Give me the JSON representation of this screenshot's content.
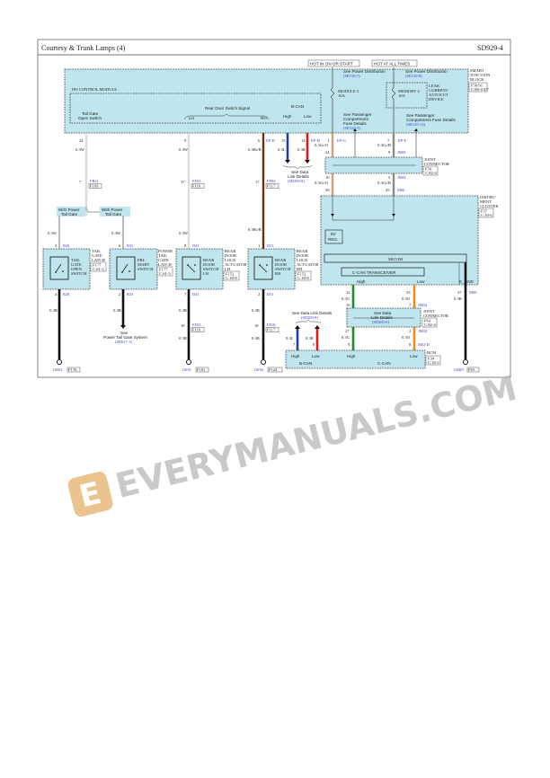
{
  "header": {
    "title": "Courtesy & Trunk Lamps (4)",
    "code": "SD929-4"
  },
  "power": {
    "hot_run": "HOT IN ON OR START",
    "hot_always": "HOT AT ALL TIMES"
  },
  "sjb": {
    "name": [
      "SMART",
      "JUNCTION",
      "BLOCK"
    ],
    "ref1": "F56/91",
    "ref2": "C.88-4/4/7",
    "fuse1_name": "MODULE 3",
    "fuse1_rating": "10A",
    "fuse2_name": "MEMORY 2",
    "fuse2_rating": "10A",
    "leak": [
      "LEAK",
      "CURRENT",
      "AUTOCUT",
      "DEVICE"
    ],
    "see1": "See Power Distribution",
    "see1_ref": "(SD110-7)",
    "see2": "See Power Distribution",
    "see2_ref": "(SD110-8)",
    "see3": [
      "See Passenger",
      "Compartment",
      "Fuse Details"
    ],
    "see3_ref": "(SD120-5)",
    "see4": [
      "See Passenger",
      "Compartment Fuse Details"
    ],
    "see4_ref": "(SD120-14)"
  },
  "ips": {
    "name": "IPS CONTROL MODULE",
    "tailgate": [
      "Tail Gate",
      "Open Switch"
    ],
    "rear_signal": "Rear Door Switch Signal",
    "lh": "LH",
    "rh": "RH",
    "bcan": "B-CAN",
    "high": "High",
    "low": "Low"
  },
  "wires": {
    "tg": {
      "pin": "24",
      "size": "0.3W",
      "conn_pin": "7",
      "conn": "FR21",
      "ref": "F169"
    },
    "lh": {
      "pin": "9",
      "size": "0.3W",
      "conn_pin": "17",
      "conn": "FD11",
      "ref": "F116"
    },
    "rh": {
      "pin": "6",
      "pin_conn": "EP-D",
      "size": "0.3Br/B",
      "conn_pin": "17",
      "conn": "FD61",
      "ref": "F117"
    },
    "bcan_h": {
      "pin": "15",
      "size": "0.3L"
    },
    "bcan_l": {
      "pin": "14",
      "pin_conn": "EP-H",
      "size": "0.3R"
    },
    "bcan_see": [
      "See Data",
      "Link Details"
    ],
    "bcan_see_ref": "(SD200-8)",
    "m3": {
      "pin": "1",
      "pin_conn": "EP-G",
      "size": "0.3Gr/O",
      "jpin1": "24",
      "jpin2": "10",
      "size2": "0.3Gr/O",
      "cpin": "39"
    },
    "m2": {
      "pin": "7",
      "pin_conn": "EP-F",
      "size": "0.3Gr/B",
      "jpin1": "9",
      "jconn1": "JM01",
      "jpin2": "5",
      "jconn2": "JM01",
      "size2": "0.3Gr/B",
      "cpin": "45",
      "cconn": "M06"
    }
  },
  "joint1": {
    "name": [
      "JOINT",
      "CONNECTOR"
    ],
    "ref1": "F56",
    "ref2": "C.82-4"
  },
  "options": {
    "wo": [
      "W/O Power",
      "Tail Gate"
    ],
    "with": [
      "With Power",
      "Tail Gate"
    ]
  },
  "switches": [
    {
      "name": [
        "TAIL",
        "GATE",
        "OPEN",
        "SWITCH"
      ],
      "comp": [
        "TAIL",
        "GATE",
        "LATCH"
      ],
      "ref1": "F177",
      "ref2": "C.61-2",
      "top_pin": "3",
      "top_conn": "R28",
      "top_size": "0.3W",
      "bot_pin": "4",
      "bot_conn": "R28",
      "bot_size": "0.3B",
      "gnd": "GR01",
      "gnd_ref": "F176"
    },
    {
      "name": [
        "PRI-",
        "MARY",
        "SWITCH"
      ],
      "comp": [
        "POWER",
        "TAIL",
        "GATE",
        "LATCH"
      ],
      "ref1": "F177",
      "ref2": "C.61-3",
      "top_pin": "6",
      "top_conn": "R33",
      "top_size": "0.3W",
      "bot_pin": "2",
      "bot_conn": "R33",
      "bot_size": "0.3B",
      "see": [
        "See",
        "Power Tail Gate System"
      ],
      "see_ref": "(SD817-1)"
    },
    {
      "name": [
        "REAR",
        "DOOR",
        "SWITCH",
        "LH"
      ],
      "comp": [
        "REAR",
        "DOOR",
        "LOCK",
        "ACTUATOR",
        "LH"
      ],
      "ref1": "F152",
      "ref2": "C.18-8",
      "top_pin": "8",
      "top_conn": "D41",
      "top_size": "0.3W",
      "bot_pin": "7",
      "bot_conn": "D41",
      "bot_size": "0.3B",
      "mid_pin": "18",
      "mid_conn": "FD11",
      "mid_ref": "F116",
      "low_size": "0.3B",
      "gnd": "GF01",
      "gnd_ref": "F101"
    },
    {
      "name": [
        "REAR",
        "DOOR",
        "SWITCH",
        "RH"
      ],
      "comp": [
        "REAR",
        "DOOR",
        "LOCK",
        "ACTUATOR",
        "RH"
      ],
      "ref1": "F152",
      "ref2": "C.18-8",
      "top_pin": "1",
      "top_conn": "D51",
      "top_size": "0.3Br/B",
      "bot_pin": "2",
      "bot_conn": "D51",
      "bot_size": "0.3B",
      "mid_pin": "18",
      "mid_conn": "FD41",
      "mid_ref": "F117",
      "low_size": "0.3B",
      "gnd": "GF04",
      "gnd_ref": "F124"
    }
  ],
  "cluster": {
    "name": [
      "INSTRU-",
      "MENT",
      "CLUSTER"
    ],
    "ref1": "F37",
    "ref2": "C.10-6",
    "reg": [
      "5V",
      "REG."
    ],
    "micom": "MICOM",
    "transceiver": "C-CAN TRANSCEIVER",
    "high": "High",
    "low": "Low",
    "gnd": "E_GND",
    "h_pin": "32",
    "h_size": "0.3G",
    "h_jpin": "16",
    "l_pin": "33",
    "l_size": "0.3O",
    "l_jpin": "7",
    "l_jconn": "JM04",
    "g_pin": "37",
    "g_conn": "M09",
    "g_size": "0.3B",
    "g_gnd": "GM07",
    "g_ref": "F65"
  },
  "joint2": {
    "see": [
      "See Data",
      "Link Details"
    ],
    "see_ref": "(SD200-6)",
    "name": [
      "JOINT",
      "CONNECTOR"
    ],
    "ref1": "F64",
    "ref2": "C.82-4",
    "h_pin": "27",
    "h_size": "0.3G",
    "h_bpin": "9",
    "l_pin": "2",
    "l_conn": "JM04",
    "l_size": "0.3O",
    "l_bpin": "8",
    "l_bconn": "M02-D"
  },
  "datalink": {
    "see": "See Data Link Details",
    "see_ref": "(SD200-8)",
    "h_size": "0.3L",
    "h_pin": "7",
    "l_size": "0.3R",
    "l_pin": "8"
  },
  "bcm": {
    "name": "BCM",
    "ref1": "F34",
    "ref2": "C.10-2",
    "bcan_high": "High",
    "bcan_low": "Low",
    "bcan": "B-CAN",
    "ccan_high": "High",
    "ccan_low": "Low",
    "ccan": "C-CAN"
  },
  "watermark": "EVERYMANUALS.COM",
  "colors": {
    "module_fill": "#bfe6ee",
    "brown": "#6b2e12",
    "blue": "#1d3fa6",
    "red": "#e0191f",
    "tan": "#c9a27a",
    "gray": "#8a8a8a",
    "green": "#1f8a2e",
    "orange": "#f08a1c",
    "black": "#111111",
    "link_text": "#3a3ad0"
  }
}
